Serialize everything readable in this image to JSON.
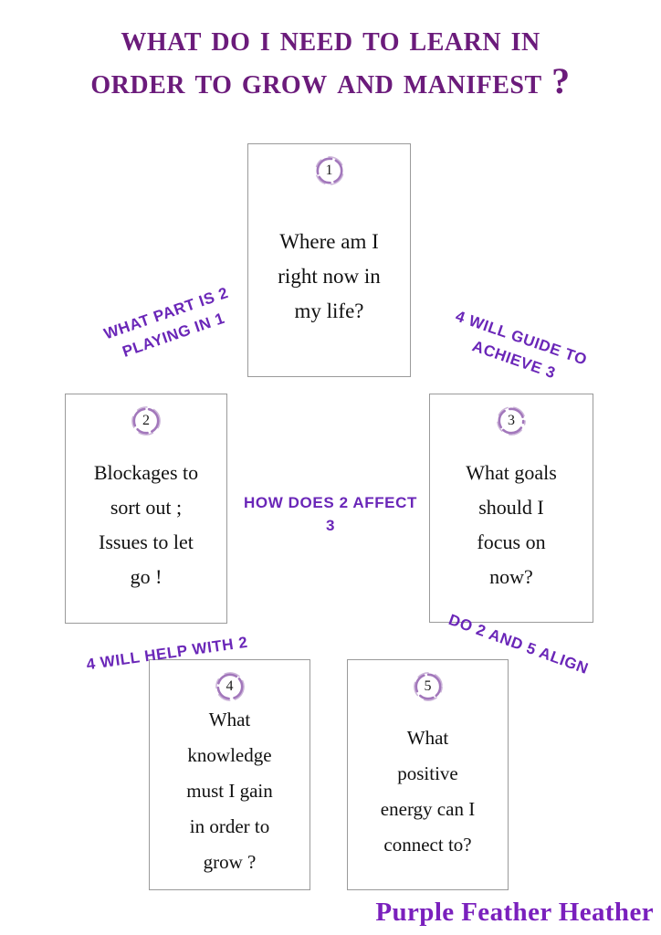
{
  "title": {
    "line1": "What do I need to learn in",
    "line2": "order to grow and manifest ?",
    "color": "#6b1b7b"
  },
  "cards": [
    {
      "number": "1",
      "name": "card-present",
      "line1": "Where am I",
      "line2": "right now in",
      "line3": "my life?",
      "line4": ""
    },
    {
      "number": "2",
      "name": "card-blockages",
      "line1": "Blockages to",
      "line2": "sort out ;",
      "line3": "Issues to let",
      "line4": "go !"
    },
    {
      "number": "3",
      "name": "card-goals",
      "line1": "What goals",
      "line2": "should I",
      "line3": "focus on",
      "line4": "now?"
    },
    {
      "number": "4",
      "name": "card-knowledge",
      "line1": "What",
      "line2": "knowledge",
      "line3": "must I gain",
      "line4": "in order to",
      "line5": "grow ?"
    },
    {
      "number": "5",
      "name": "card-energy",
      "line1": "What",
      "line2": "positive",
      "line3": "energy can I",
      "line4": "connect to?"
    }
  ],
  "connectors": [
    {
      "name": "connector-1-2",
      "text": "What part is 2\nplaying in 1",
      "rotation": -19
    },
    {
      "name": "connector-3-4",
      "text": "4 will guide to\nachieve 3",
      "rotation": 19
    },
    {
      "name": "connector-2-3",
      "text": "How does 2 affect\n3",
      "rotation": 0
    },
    {
      "name": "connector-4-2",
      "text": "4 will help with 2",
      "rotation": -8
    },
    {
      "name": "connector-2-5",
      "text": "Do 2 and 5 align",
      "rotation": 20
    }
  ],
  "signature": {
    "text": "Purple Feather Heather",
    "color": "#7a20bd"
  },
  "palette": {
    "title_purple": "#6b1b7b",
    "connector_purple": "#6a26b8",
    "signature_purple": "#7a20bd",
    "badge_purple": "#9a6bb5",
    "card_border": "#9a9a9a",
    "card_text": "#111111",
    "background": "#ffffff"
  }
}
